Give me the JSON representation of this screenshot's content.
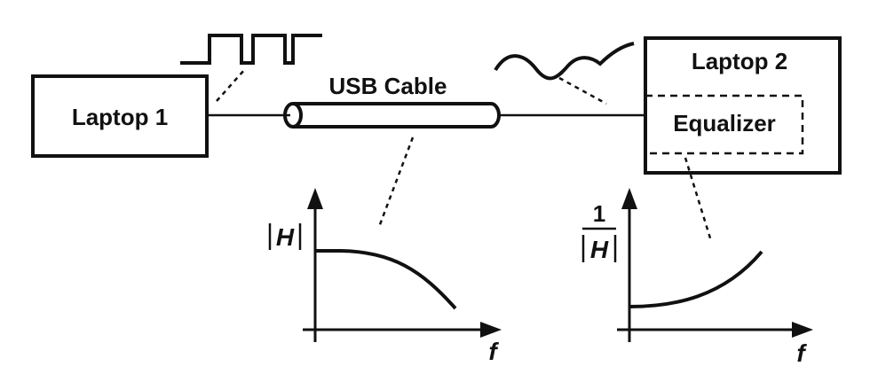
{
  "laptop1": {
    "label": "Laptop 1"
  },
  "laptop2": {
    "label": "Laptop 2"
  },
  "cable": {
    "label": "USB Cable"
  },
  "equalizer": {
    "label": "Equalizer"
  },
  "cable_plot": {
    "ylabel": "H",
    "xlabel": "f"
  },
  "eq_plot": {
    "ylabel_num": "1",
    "ylabel_den": "H",
    "xlabel": "f"
  },
  "colors": {
    "stroke": "#111111",
    "background": "#ffffff"
  }
}
